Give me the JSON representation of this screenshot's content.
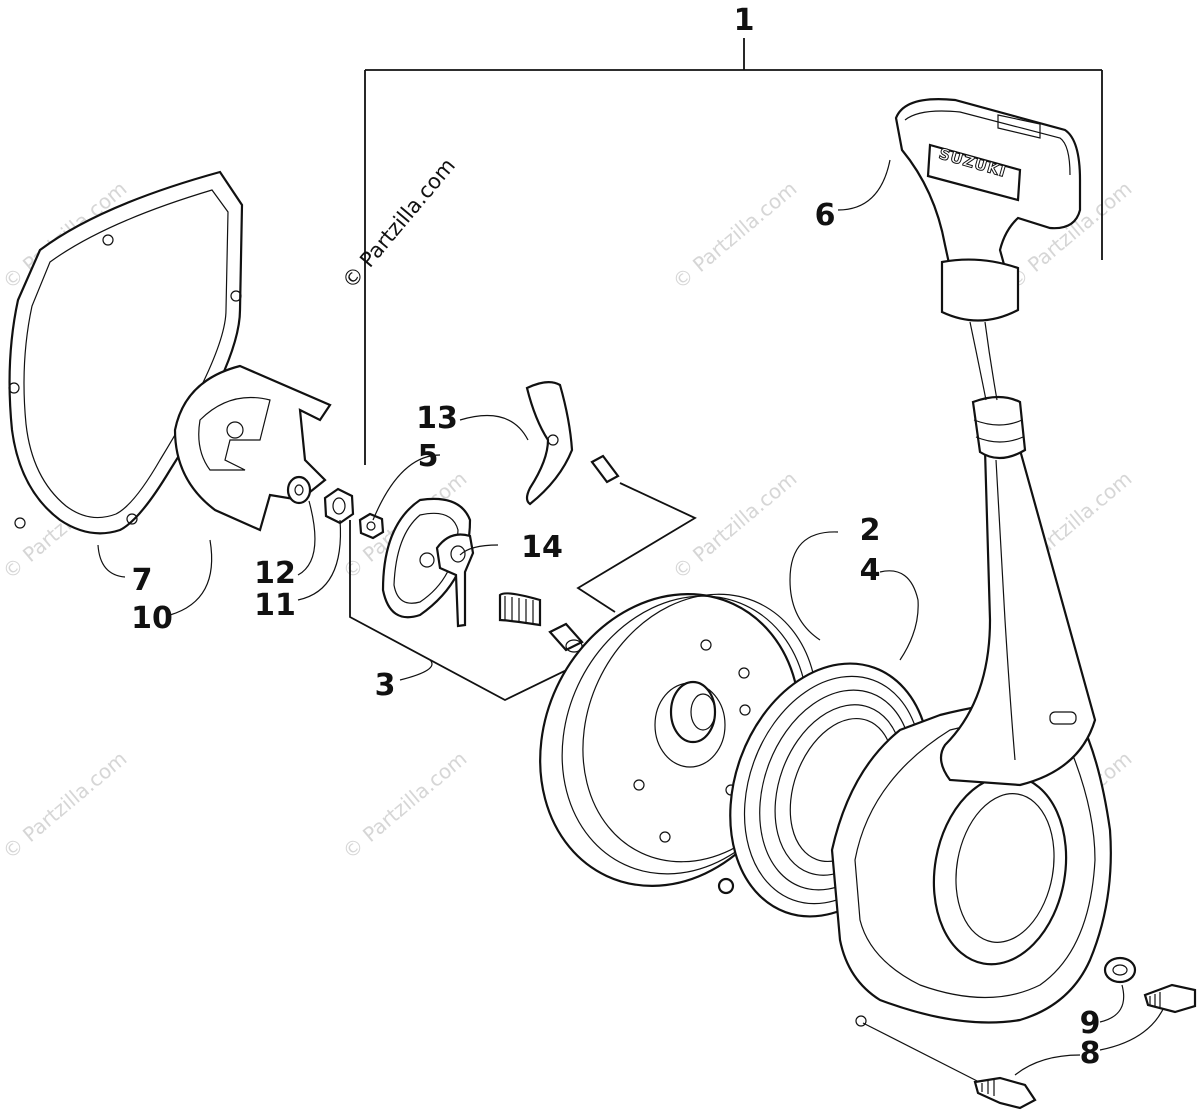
{
  "diagram": {
    "callouts": [
      "1",
      "2",
      "3",
      "4",
      "5",
      "6",
      "7",
      "8",
      "9",
      "10",
      "11",
      "12",
      "13",
      "14"
    ],
    "watermark_main": "© Partzilla.com",
    "watermark_faint": "© Partzilla.com",
    "handle_brand": "SUZUKI"
  }
}
